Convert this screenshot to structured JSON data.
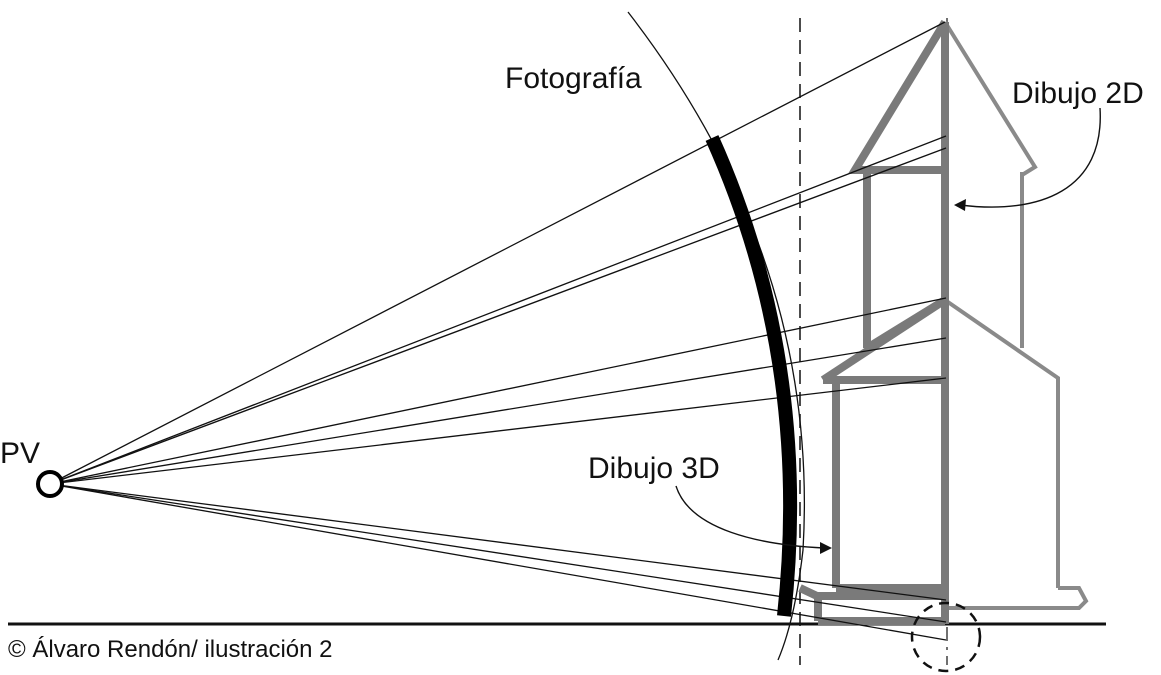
{
  "labels": {
    "photo": "Fotografía",
    "drawing_2d": "Dibujo 2D",
    "drawing_3d": "Dibujo 3D",
    "viewpoint": "PV",
    "credit": "© Álvaro Rendón/ ilustración 2"
  },
  "colors": {
    "ink": "#111111",
    "building_3d": "#7a7a7a",
    "building_2d": "#8a8a8a",
    "background": "#ffffff"
  }
}
